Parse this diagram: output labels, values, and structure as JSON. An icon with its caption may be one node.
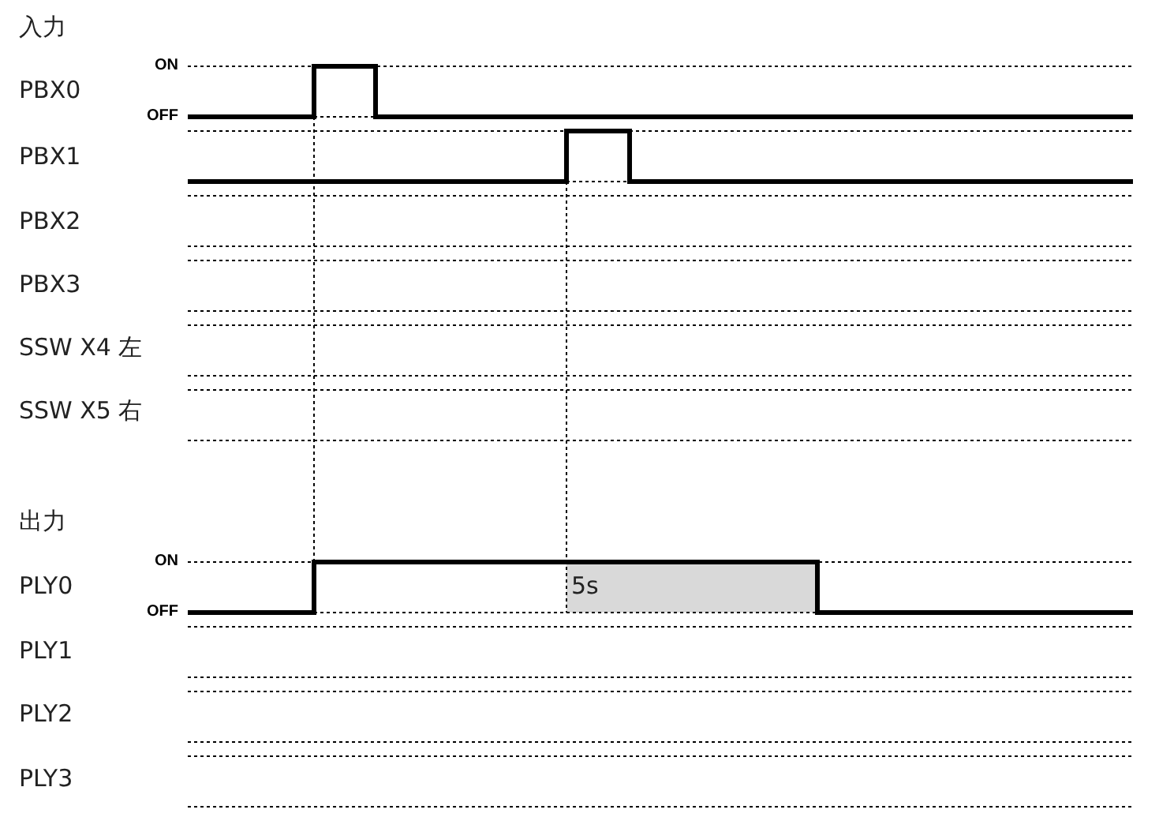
{
  "diagram": {
    "labels": [
      "入力",
      "ON",
      "PBX0",
      "OFF",
      "PBX1",
      "PBX2",
      "PBX3",
      "SSW X4 左",
      "SSW X5 右",
      "出力",
      "ON",
      "PLY0",
      "5s",
      "OFF",
      "PLY1",
      "PLY2",
      "PLY3"
    ]
  }
}
